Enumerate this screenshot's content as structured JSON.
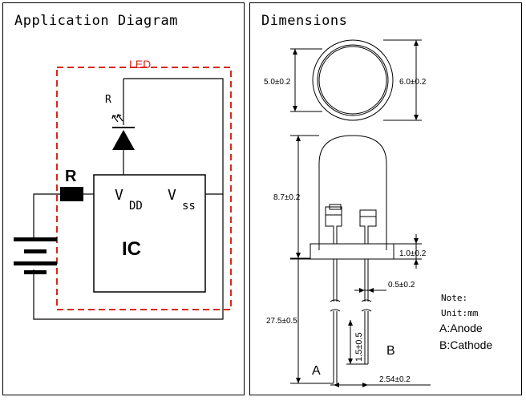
{
  "left_panel": {
    "title": "Application Diagram",
    "led_label": "LED",
    "resistor_label": "R",
    "led_symbol_label": "R",
    "vdd_v": "V",
    "vdd_sub": "DD",
    "vss_v": "V",
    "vss_sub": "ss",
    "ic_label": "IC"
  },
  "right_panel": {
    "title": "Dimensions",
    "dim_inner_diameter": "5.0±0.2",
    "dim_outer_diameter": "6.0±0.2",
    "dim_body_height": "8.7±0.2",
    "dim_flange": "1.0±0.2",
    "dim_lead_width": "0.5±0.2",
    "dim_lead_length": "27.5±0.5",
    "dim_lead_offset": "1.5±0.5",
    "dim_pitch": "2.54±0.2",
    "lead_a": "A",
    "lead_b": "B",
    "note_title": "Note:",
    "note_unit": "Unit:mm",
    "note_anode": "A:Anode",
    "note_cathode": "B:Cathode"
  },
  "colors": {
    "led_border": "#d9261c",
    "line": "#000000"
  }
}
